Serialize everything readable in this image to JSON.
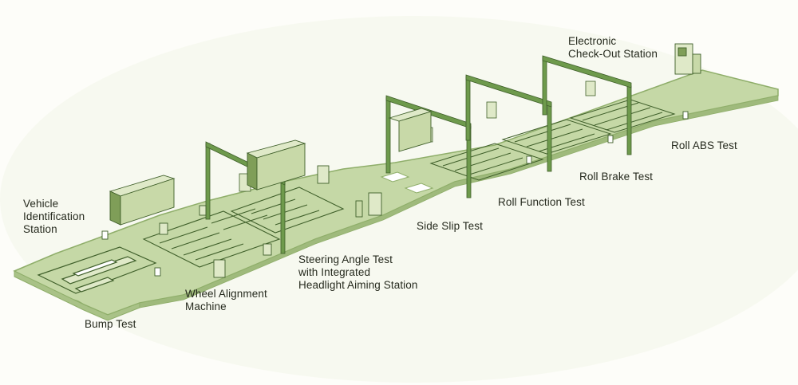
{
  "colors": {
    "floor": "#c5d8a6",
    "floor_edge": "#8fae6a",
    "equipment": "#dfe9c8",
    "equipment_dark": "#7f9e58",
    "gantry": "#6e9a4c",
    "outline": "#3f5f2a",
    "label_text": "#262a1e"
  },
  "labels": {
    "vehicle_identification_station": "Vehicle\nIdentification\nStation",
    "bump_test": "Bump Test",
    "wheel_alignment_machine": "Wheel Alignment\nMachine",
    "steering_angle_test": "Steering Angle Test\nwith Integrated\nHeadlight Aiming Station",
    "side_slip_test": "Side Slip Test",
    "roll_function_test": "Roll Function Test",
    "roll_brake_test": "Roll Brake Test",
    "roll_abs_test": "Roll ABS Test",
    "electronic_checkout_station": "Electronic\nCheck-Out Station"
  }
}
